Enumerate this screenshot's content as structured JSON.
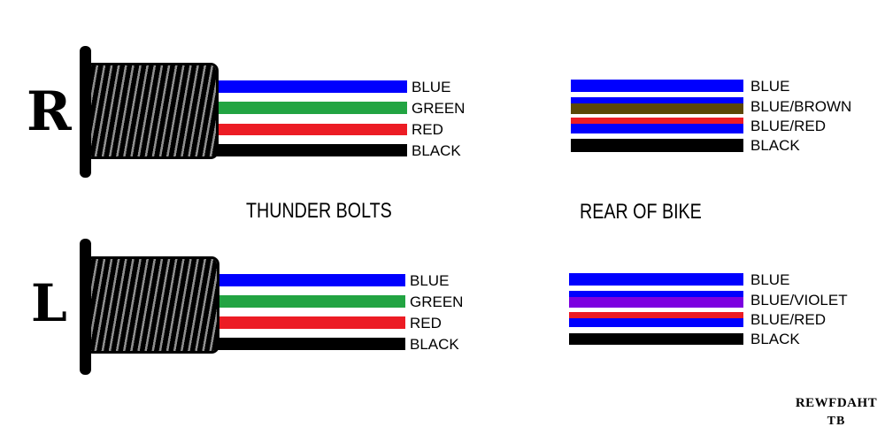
{
  "diagram": {
    "connector_top_letter": "R",
    "connector_bottom_letter": "L",
    "section_label_left": "THUNDER BOLTS",
    "section_label_right": "REAR OF BIKE",
    "watermark_line1": "REWFDAHT",
    "watermark_line2": "TB"
  },
  "colors": {
    "blue": "#0000fe",
    "green": "#22a442",
    "red": "#ec1c24",
    "black": "#000000",
    "brown": "#5b4706",
    "violet": "#7b00e0",
    "thread_gray": "#8e8e8e",
    "background": "#ffffff"
  },
  "wire_groups": [
    {
      "id": "thunder-bolts-right",
      "wires": [
        {
          "label": "BLUE",
          "stripes": [
            {
              "color_name": "blue",
              "color": "#0000fe",
              "h": 14
            }
          ]
        },
        {
          "label": "GREEN",
          "stripes": [
            {
              "color_name": "green",
              "color": "#22a442",
              "h": 14
            }
          ]
        },
        {
          "label": "RED",
          "stripes": [
            {
              "color_name": "red",
              "color": "#ec1c24",
              "h": 13
            }
          ]
        },
        {
          "label": "BLACK",
          "stripes": [
            {
              "color_name": "black",
              "color": "#000000",
              "h": 14
            }
          ]
        }
      ]
    },
    {
      "id": "rear-of-bike-right",
      "wires": [
        {
          "label": "BLUE",
          "stripes": [
            {
              "color_name": "blue",
              "color": "#0000fe",
              "h": 14
            }
          ]
        },
        {
          "label": "BLUE/BROWN",
          "stripes": [
            {
              "color_name": "blue",
              "color": "#0000fe",
              "h": 7
            },
            {
              "color_name": "brown",
              "color": "#5b4706",
              "h": 12
            }
          ]
        },
        {
          "label": "BLUE/RED",
          "stripes": [
            {
              "color_name": "red",
              "color": "#ec1c24",
              "h": 7
            },
            {
              "color_name": "blue",
              "color": "#0000fe",
              "h": 11
            }
          ]
        },
        {
          "label": "BLACK",
          "stripes": [
            {
              "color_name": "black",
              "color": "#000000",
              "h": 15
            }
          ]
        }
      ]
    },
    {
      "id": "thunder-bolts-left",
      "wires": [
        {
          "label": "BLUE",
          "stripes": [
            {
              "color_name": "blue",
              "color": "#0000fe",
              "h": 14
            }
          ]
        },
        {
          "label": "GREEN",
          "stripes": [
            {
              "color_name": "green",
              "color": "#22a442",
              "h": 14
            }
          ]
        },
        {
          "label": "RED",
          "stripes": [
            {
              "color_name": "red",
              "color": "#ec1c24",
              "h": 14
            }
          ]
        },
        {
          "label": "BLACK",
          "stripes": [
            {
              "color_name": "black",
              "color": "#000000",
              "h": 14
            }
          ]
        }
      ]
    },
    {
      "id": "rear-of-bike-left",
      "wires": [
        {
          "label": "BLUE",
          "stripes": [
            {
              "color_name": "blue",
              "color": "#0000fe",
              "h": 14
            }
          ]
        },
        {
          "label": "BLUE/VIOLET",
          "stripes": [
            {
              "color_name": "blue",
              "color": "#0000fe",
              "h": 7
            },
            {
              "color_name": "violet",
              "color": "#7b00e0",
              "h": 12
            }
          ]
        },
        {
          "label": "BLUE/RED",
          "stripes": [
            {
              "color_name": "red",
              "color": "#ec1c24",
              "h": 7
            },
            {
              "color_name": "blue",
              "color": "#0000fe",
              "h": 10
            }
          ]
        },
        {
          "label": "BLACK",
          "stripes": [
            {
              "color_name": "black",
              "color": "#000000",
              "h": 13
            }
          ]
        }
      ]
    }
  ]
}
